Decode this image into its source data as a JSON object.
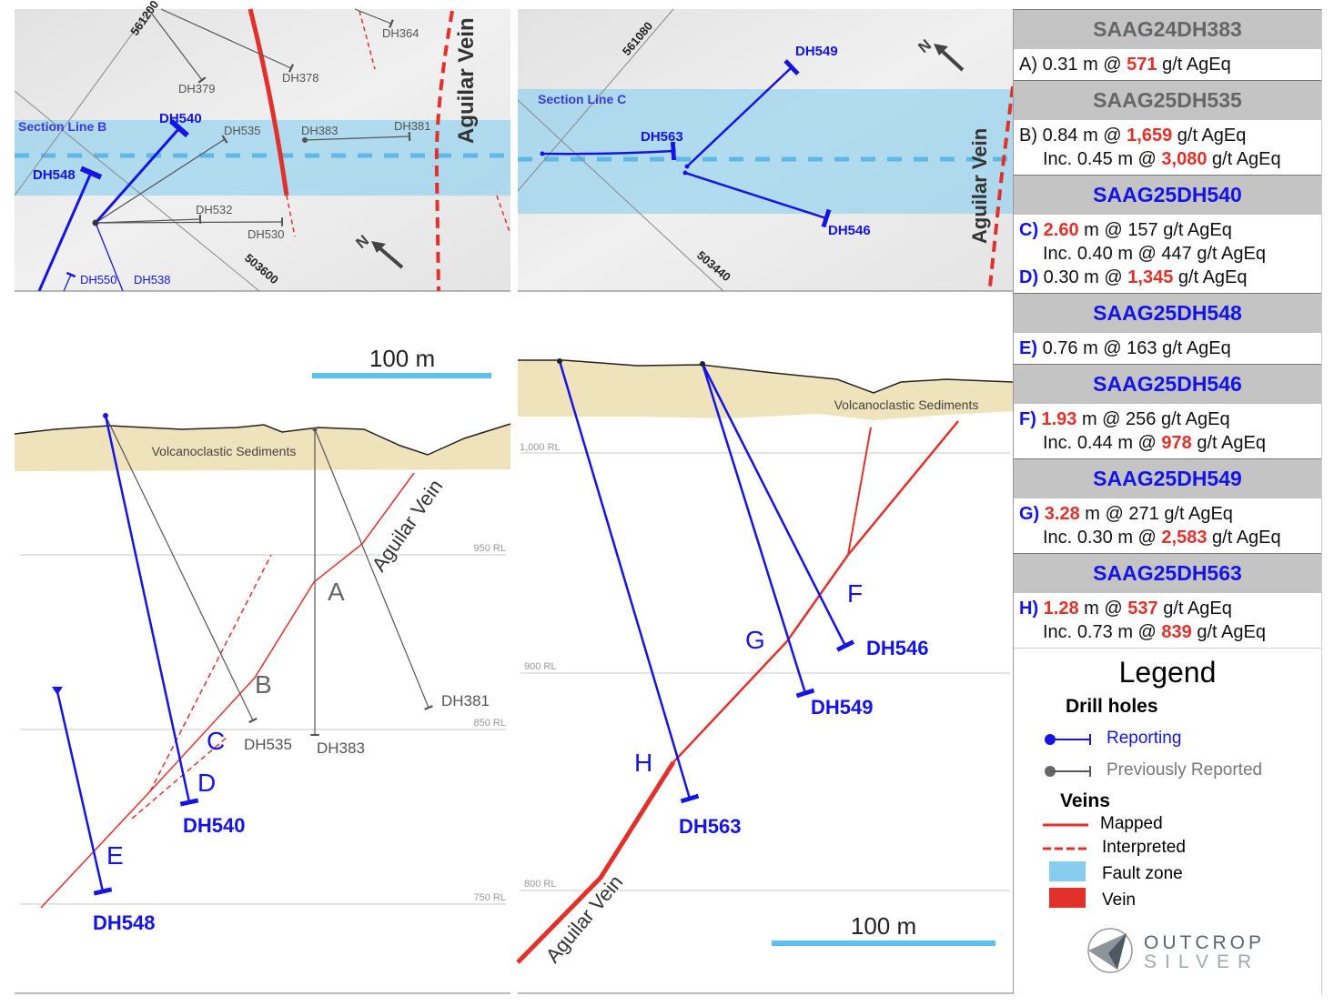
{
  "map_b": {
    "section_label": "Section Line B",
    "grid_labels": [
      "561200",
      "503600"
    ],
    "holes_reporting": [
      "DH540",
      "DH548",
      "DH550",
      "DH538"
    ],
    "holes_previous": [
      "DH364",
      "DH378",
      "DH379",
      "DH535",
      "DH383",
      "DH381",
      "DH532",
      "DH530"
    ],
    "vein_label": "Aguilar Vein",
    "north": "N"
  },
  "map_c": {
    "section_label": "Section Line C",
    "grid_labels": [
      "561080",
      "503440"
    ],
    "holes_reporting": [
      "DH549",
      "DH563",
      "DH546"
    ],
    "vein_label": "Aguilar Vein",
    "north": "N"
  },
  "section_b": {
    "scale": "100 m",
    "unit_label": "Volcanoclastic Sediments",
    "rl_labels": [
      "950 RL",
      "850 RL",
      "750 RL"
    ],
    "vein_label": "Aguilar Vein",
    "intercepts": [
      "A",
      "B",
      "C",
      "D",
      "E"
    ],
    "holes": [
      "DH540",
      "DH548",
      "DH535",
      "DH383",
      "DH381"
    ]
  },
  "section_c": {
    "scale": "100 m",
    "unit_label": "Volcanoclastic Sediments",
    "rl_labels": [
      "1,000 RL",
      "900 RL",
      "800 RL"
    ],
    "vein_label": "Aguilar Vein",
    "intercepts": [
      "H",
      "G",
      "F"
    ],
    "holes": [
      "DH563",
      "DH549",
      "DH546"
    ]
  },
  "results": [
    {
      "hole": "SAAG24DH383",
      "status": "previous",
      "lines": [
        {
          "p": "A)",
          "pb": false,
          "w": "0.31",
          "wr": false,
          "g": "571",
          "gr": true
        }
      ]
    },
    {
      "hole": "SAAG25DH535",
      "status": "previous",
      "lines": [
        {
          "p": "B)",
          "pb": false,
          "w": "0.84",
          "wr": false,
          "g": "1,659",
          "gr": true
        },
        {
          "p": "Inc.",
          "inc": true,
          "w": "0.45",
          "wr": false,
          "g": "3,080",
          "gr": true
        }
      ]
    },
    {
      "hole": "SAAG25DH540",
      "status": "reporting",
      "lines": [
        {
          "p": "C)",
          "pb": true,
          "w": "2.60",
          "wr": true,
          "g": "157",
          "gr": false
        },
        {
          "p": "Inc.",
          "inc": true,
          "w": "0.40",
          "wr": false,
          "g": "447",
          "gr": false
        },
        {
          "p": "D)",
          "pb": true,
          "w": "0.30",
          "wr": false,
          "g": "1,345",
          "gr": true
        }
      ]
    },
    {
      "hole": "SAAG25DH548",
      "status": "reporting",
      "lines": [
        {
          "p": "E)",
          "pb": true,
          "w": "0.76",
          "wr": false,
          "g": "163",
          "gr": false
        }
      ]
    },
    {
      "hole": "SAAG25DH546",
      "status": "reporting",
      "lines": [
        {
          "p": "F)",
          "pb": true,
          "w": "1.93",
          "wr": true,
          "g": "256",
          "gr": false
        },
        {
          "p": "Inc.",
          "inc": true,
          "w": "0.44",
          "wr": false,
          "g": "978",
          "gr": true
        }
      ]
    },
    {
      "hole": "SAAG25DH549",
      "status": "reporting",
      "lines": [
        {
          "p": "G)",
          "pb": true,
          "w": "3.28",
          "wr": true,
          "g": "271",
          "gr": false
        },
        {
          "p": "Inc.",
          "inc": true,
          "w": "0.30",
          "wr": false,
          "g": "2,583",
          "gr": true
        }
      ]
    },
    {
      "hole": "SAAG25DH563",
      "status": "reporting",
      "lines": [
        {
          "p": "H)",
          "pb": true,
          "w": "1.28",
          "wr": true,
          "g": "537",
          "gr": true
        },
        {
          "p": "Inc.",
          "inc": true,
          "w": "0.73",
          "wr": false,
          "g": "839",
          "gr": true
        }
      ]
    }
  ],
  "units": {
    "m": "m @",
    "grade": "g/t AgEq"
  },
  "legend": {
    "title": "Legend",
    "drill_holes": "Drill holes",
    "reporting": "Reporting",
    "previous": "Previously Reported",
    "veins": "Veins",
    "mapped": "Mapped",
    "interpreted": "Interpreted",
    "fault_zone": "Fault zone",
    "vein": "Vein"
  },
  "logo": {
    "line1": "OUTCROP",
    "line2": "SILVER"
  },
  "colors": {
    "reporting": "#1414e6",
    "previous": "#666666",
    "vein": "#e2302a",
    "fault": "#87cdee",
    "sediment": "#efe3bb"
  }
}
